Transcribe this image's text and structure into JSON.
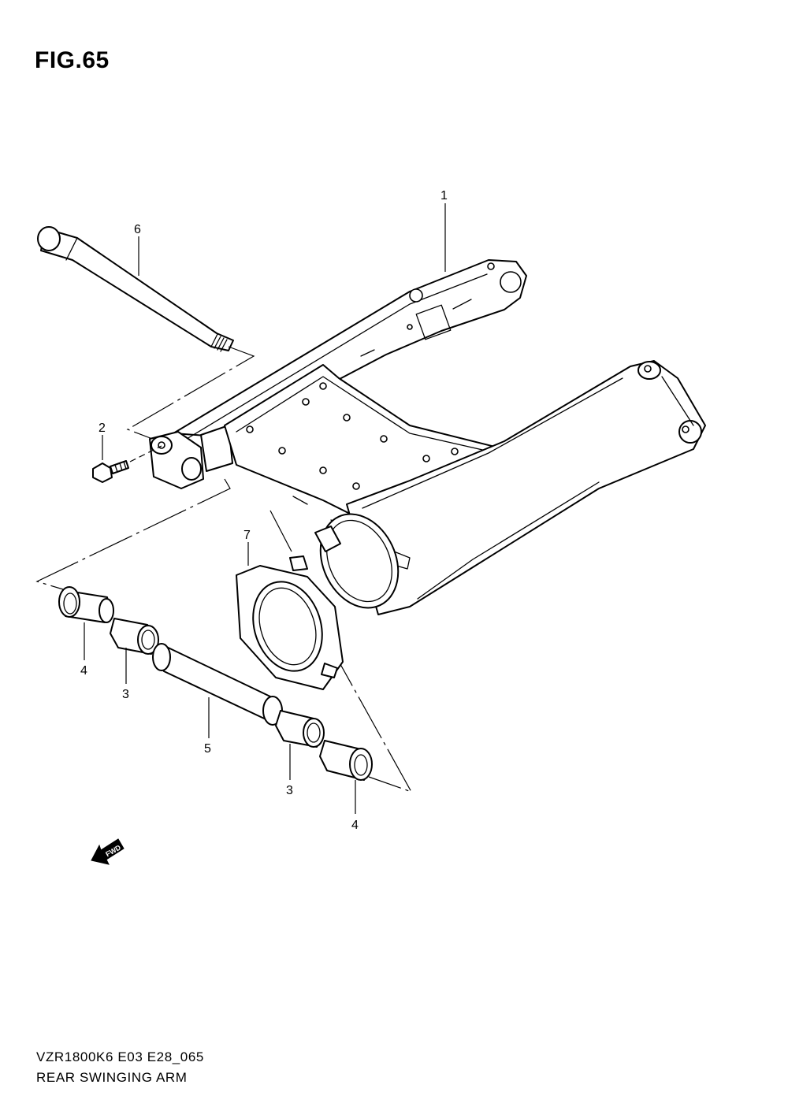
{
  "figure": {
    "title": "FIG.65"
  },
  "callouts": {
    "swingarm": "1",
    "bolt": "2",
    "bearing_left": "3",
    "bearing_right": "3",
    "collar_left": "4",
    "collar_right": "4",
    "spacer": "5",
    "pivot_shaft": "6",
    "cover_plate": "7"
  },
  "fwd_marker": {
    "label": "FWD"
  },
  "footer": {
    "model_code": "VZR1800K6 E03 E28_065",
    "caption": "REAR SWINGING ARM"
  }
}
